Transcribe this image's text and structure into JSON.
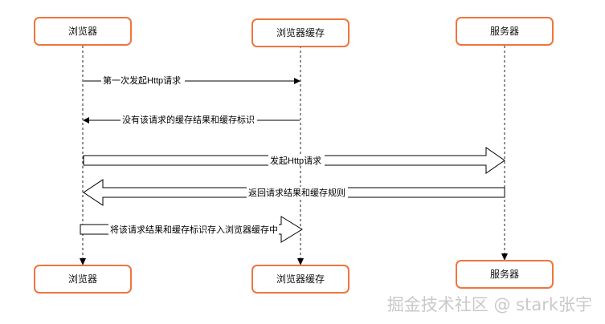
{
  "actors": {
    "browser": "浏览器",
    "cache": "浏览器缓存",
    "server": "服务器"
  },
  "messages": [
    {
      "from": "browser",
      "to": "cache",
      "label": "第一次发起Http请求",
      "style": "thin"
    },
    {
      "from": "cache",
      "to": "browser",
      "label": "没有该请求的缓存结果和缓存标识",
      "style": "thin"
    },
    {
      "from": "browser",
      "to": "server",
      "label": "发起Http请求",
      "style": "fat"
    },
    {
      "from": "server",
      "to": "browser",
      "label": "返回请求结果和缓存规则",
      "style": "fat"
    },
    {
      "from": "browser",
      "to": "cache",
      "label": "将该请求结果和缓存标识存入浏览器缓存中",
      "style": "fat"
    }
  ],
  "watermark": "掘金技术社区 @ stark张宇",
  "colors": {
    "box_border": "#f0743e",
    "line": "#000000",
    "watermark": "#c9c9c9"
  }
}
